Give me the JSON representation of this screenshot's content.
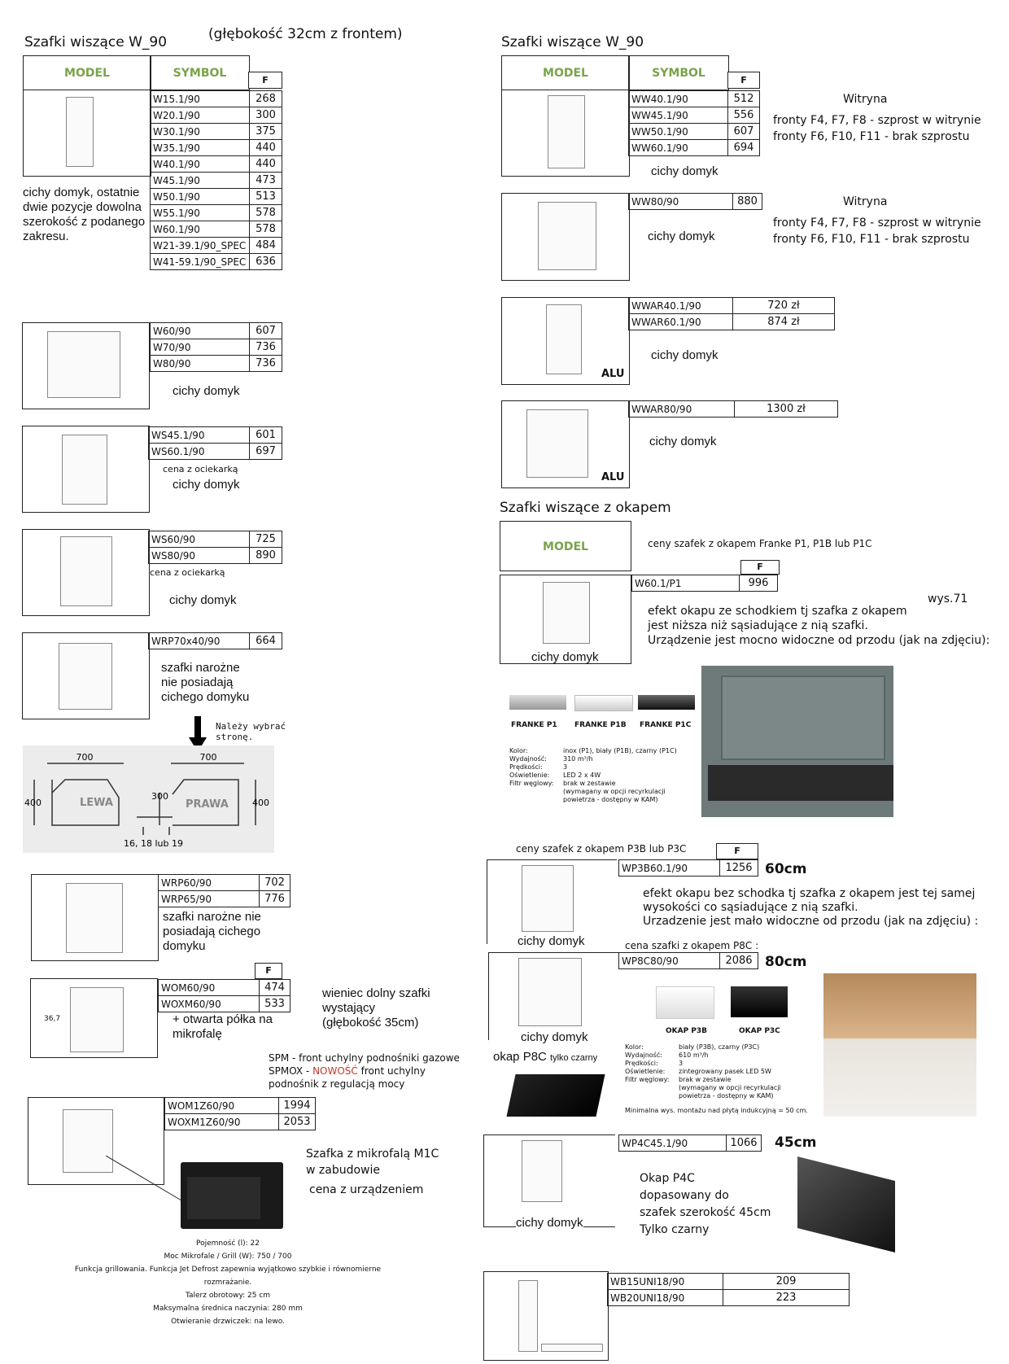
{
  "left": {
    "title": "Szafki wiszące W_90",
    "depth_note": "(głębokość 32cm z frontem)",
    "header": {
      "model": "MODEL",
      "symbol": "SYMBOL",
      "f": "F"
    },
    "group1": {
      "rows": [
        {
          "symbol": "W15.1/90",
          "price": "268"
        },
        {
          "symbol": "W20.1/90",
          "price": "300"
        },
        {
          "symbol": "W30.1/90",
          "price": "375"
        },
        {
          "symbol": "W35.1/90",
          "price": "440"
        },
        {
          "symbol": "W40.1/90",
          "price": "440"
        },
        {
          "symbol": "W45.1/90",
          "price": "473"
        },
        {
          "symbol": "W50.1/90",
          "price": "513"
        },
        {
          "symbol": "W55.1/90",
          "price": "578"
        },
        {
          "symbol": "W60.1/90",
          "price": "578"
        },
        {
          "symbol": "W21-39.1/90_SPEC",
          "price": "484"
        },
        {
          "symbol": "W41-59.1/90_SPEC",
          "price": "636"
        }
      ],
      "note": "cichy domyk, ostatnie dwie pozycje dowolna szerokość z podanego zakresu."
    },
    "group2": {
      "rows": [
        {
          "symbol": "W60/90",
          "price": "607"
        },
        {
          "symbol": "W70/90",
          "price": "736"
        },
        {
          "symbol": "W80/90",
          "price": "736"
        }
      ],
      "note": "cichy domyk"
    },
    "group3": {
      "rows": [
        {
          "symbol": "WS45.1/90",
          "price": "601"
        },
        {
          "symbol": "WS60.1/90",
          "price": "697"
        }
      ],
      "sub": "cena z ociekarką",
      "note": "cichy domyk"
    },
    "group4": {
      "rows": [
        {
          "symbol": "WS60/90",
          "price": "725"
        },
        {
          "symbol": "WS80/90",
          "price": "890"
        }
      ],
      "sub": "cena z ociekarką",
      "note": "cichy domyk"
    },
    "group5": {
      "rows": [
        {
          "symbol": "WRP70x40/90",
          "price": "664"
        }
      ],
      "note": "szafki narożne nie posiadają cichego domyku"
    },
    "corner_note": "Należy wybrać stronę.",
    "diagram": {
      "w1": "700",
      "w2": "700",
      "h_left": "400",
      "h_right": "400",
      "mid": "300",
      "lewa": "LEWA",
      "prawa": "PRAWA",
      "gap": "16, 18 lub 19"
    },
    "group6": {
      "rows": [
        {
          "symbol": "WRP60/90",
          "price": "702"
        },
        {
          "symbol": "WRP65/90",
          "price": "776"
        }
      ],
      "note": "szafki narożne nie posiadają cichego domyku"
    },
    "group7": {
      "f": "F",
      "rows": [
        {
          "symbol": "WOM60/90",
          "price": "474"
        },
        {
          "symbol": "WOXM60/90",
          "price": "533"
        }
      ],
      "dim": "36,7",
      "note": "+ otwarta półka na mikrofalę",
      "side_note": "wieniec dolny szafki wystający (głębokość 35cm)"
    },
    "spm": {
      "line1": "SPM - front uchylny podnośniki gazowe",
      "line2a": "SPMOX - ",
      "line2b": "NOWOŚĆ",
      "line2c": " front uchylny",
      "line3": "podnośnik z regulacją mocy"
    },
    "group8": {
      "rows": [
        {
          "symbol": "WOM1Z60/90",
          "price": "1994"
        },
        {
          "symbol": "WOXM1Z60/90",
          "price": "2053"
        }
      ],
      "title": "Szafka z mikrofalą M1C w zabudowie",
      "note": "cena z urządzeniem"
    },
    "micro_specs": [
      "Pojemność (l): 22",
      "Moc Mikrofale / Grill (W): 750 / 700",
      "Funkcja grillowania. Funkcja Jet Defrost zapewnia wyjątkowo szybkie i równomierne rozmrażanie.",
      "Talerz obrotowy: 25 cm",
      "Maksymalna średnica naczynia: 280 mm",
      "Otwieranie drzwiczek: na lewo."
    ]
  },
  "right": {
    "title": "Szafki wiszące W_90",
    "header": {
      "model": "MODEL",
      "symbol": "SYMBOL",
      "f": "F"
    },
    "ww1": {
      "rows": [
        {
          "symbol": "WW40.1/90",
          "price": "512"
        },
        {
          "symbol": "WW45.1/90",
          "price": "556"
        },
        {
          "symbol": "WW50.1/90",
          "price": "607"
        },
        {
          "symbol": "WW60.1/90",
          "price": "694"
        }
      ],
      "note": "cichy domyk",
      "witryna": "Witryna",
      "f1": "fronty F4, F7, F8 - szprost w witrynie",
      "f2": "fronty F6, F10, F11 - brak szprostu"
    },
    "ww2": {
      "rows": [
        {
          "symbol": "WW80/90",
          "price": "880"
        }
      ],
      "note": "cichy domyk",
      "witryna": "Witryna",
      "f1": "fronty F4, F7, F8 - szprost w witrynie",
      "f2": "fronty F6, F10, F11 - brak szprostu"
    },
    "wwar1": {
      "rows": [
        {
          "symbol": "WWAR40.1/90",
          "price": "720 zł"
        },
        {
          "symbol": "WWAR60.1/90",
          "price": "874 zł"
        }
      ],
      "alu": "ALU",
      "note": "cichy domyk"
    },
    "wwar2": {
      "rows": [
        {
          "symbol": "WWAR80/90",
          "price": "1300 zł"
        }
      ],
      "alu": "ALU",
      "note": "cichy domyk"
    },
    "okap_title": "Szafki wiszące z okapem",
    "okap_model": "MODEL",
    "okap_prices_note": "ceny szafek z okapem Franke P1, P1B lub P1C",
    "p1": {
      "f": "F",
      "symbol": "W60.1/P1",
      "price": "996",
      "wys": "wys.71",
      "desc1": "efekt okapu ze schodkiem tj szafka z okapem",
      "desc2": "jest niższa niż sąsiadujące z nią szafki.",
      "desc3": "Urządzenie jest mocno widoczne od przodu (jak na zdjęciu):",
      "note": "cichy domyk",
      "labels": [
        "FRANKE P1",
        "FRANKE P1B",
        "FRANKE P1C"
      ],
      "specs": [
        [
          "Kolor:",
          "inox (P1), biały (P1B), czarny (P1C)"
        ],
        [
          "Wydajność:",
          "310 m³/h"
        ],
        [
          "Prędkości:",
          "3"
        ],
        [
          "Oświetlenie:",
          "LED 2 x 4W"
        ],
        [
          "Filtr węglowy:",
          "brak w zestawie"
        ],
        [
          "",
          "(wymagany w opcji recyrkulacji"
        ],
        [
          "",
          "powietrza - dostępny w KAM)"
        ]
      ]
    },
    "p3": {
      "head": "ceny szafek z okapem P3B lub P3C",
      "f": "F",
      "symbol": "WP3B60.1/90",
      "price": "1256",
      "size": "60cm",
      "desc1": "efekt okapu bez schodka tj szafka z okapem jest tej samej",
      "desc2": "wysokości co sąsiadujące z nią szafki.",
      "desc3": "Urzadzenie jest mało widoczne od przodu (jak na zdjęciu) :",
      "note": "cichy domyk"
    },
    "p8": {
      "head": "cena szafki z okapem P8C :",
      "symbol": "WP8C80/90",
      "price": "2086",
      "size": "80cm",
      "note": "cichy domyk",
      "okap": "okap P8C",
      "okap_sub": "tylko czarny",
      "labels": [
        "OKAP P3B",
        "OKAP P3C"
      ],
      "specs": [
        [
          "Kolor:",
          "biały (P3B), czarny (P3C)"
        ],
        [
          "Wydajność:",
          "610 m³/h"
        ],
        [
          "Prędkości:",
          "3"
        ],
        [
          "Oświetlenie:",
          "zintegrowany pasek LED 5W"
        ],
        [
          "Filtr węglowy:",
          "brak w zestawie"
        ],
        [
          "",
          "(wymagany w opcji recyrkulacji"
        ],
        [
          "",
          "powietrza - dostępny w KAM)"
        ]
      ],
      "min": "Minimalna wys. montażu nad płytą indukcyjną = 50 cm."
    },
    "p4": {
      "symbol": "WP4C45.1/90",
      "price": "1066",
      "size": "45cm",
      "note": "cichy domyk",
      "desc": [
        "Okap P4C",
        "dopasowany do",
        "szafek szerokość 45cm",
        "Tylko czarny"
      ]
    },
    "wb": {
      "rows": [
        {
          "symbol": "WB15UNI18/90",
          "price": "209"
        },
        {
          "symbol": "WB20UNI18/90",
          "price": "223"
        }
      ]
    }
  }
}
